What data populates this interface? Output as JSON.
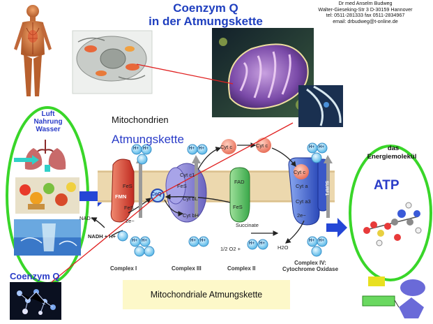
{
  "title": {
    "line1": "Coenzym Q",
    "line2": "in der Atmungskette"
  },
  "contact": {
    "line1": "Dr med  Anselm Budweg",
    "line2": "Walter-Gieseking-Str 3  D-30159 Hannover",
    "line3": "tel: 0511-281333  fax 0511-2834967",
    "line4": "email: drbudweg@t-online.de"
  },
  "labels": {
    "mitochondrien": "Mitochondrien",
    "atmungskette": "Atmungskette",
    "luft": "Luft",
    "nahrung": "Nahrung",
    "wasser": "Wasser",
    "das": "das",
    "energiemolekuel": "Energiemolekül",
    "atp": "ATP",
    "coenzym_q": "Coenzym Q",
    "caption": "Mitochondriale Atmungskette"
  },
  "complexes": {
    "c1": "Complex I",
    "c3": "Complex III",
    "c2": "Complex II",
    "c4_line1": "Complex IV:",
    "c4_line2": "Cytochrome Oxidase"
  },
  "molecules": {
    "fmn": "FMN",
    "fes": "FeS",
    "coq": "CoQ",
    "cyt_c": "Cyt c",
    "cyt_c1": "Cyt c1",
    "cyt_b1": "Cyt bL",
    "cyt_bh": "Cyt bH",
    "fad": "FAD",
    "cyt_a": "Cyt a",
    "cyt_a3": "Cyt a3",
    "surf1": "SURF1",
    "succinate": "Succinate",
    "nad_plus": "NAD+",
    "nadh": "NADH + H+",
    "oxygen": "1/2 O2 +",
    "water": "H2O",
    "electron": "2e−",
    "proton": "H+"
  },
  "colors": {
    "title_blue": "#1f3fbf",
    "label_blue": "#2a3cc8",
    "oval_green": "#39d629",
    "arrow_blue": "#2446d6",
    "membrane_tan": "#e8d3a8",
    "complex1_red": "#d94a3a",
    "complex3_purple": "#8a86d6",
    "complex2_green": "#5fc46a",
    "complex4_blue": "#4a6ad8",
    "cytc_salmon": "#f08a7a",
    "proton_blue": "#6ec8f0",
    "caption_bg": "#fdf8c9",
    "connector_red": "#e02020"
  }
}
